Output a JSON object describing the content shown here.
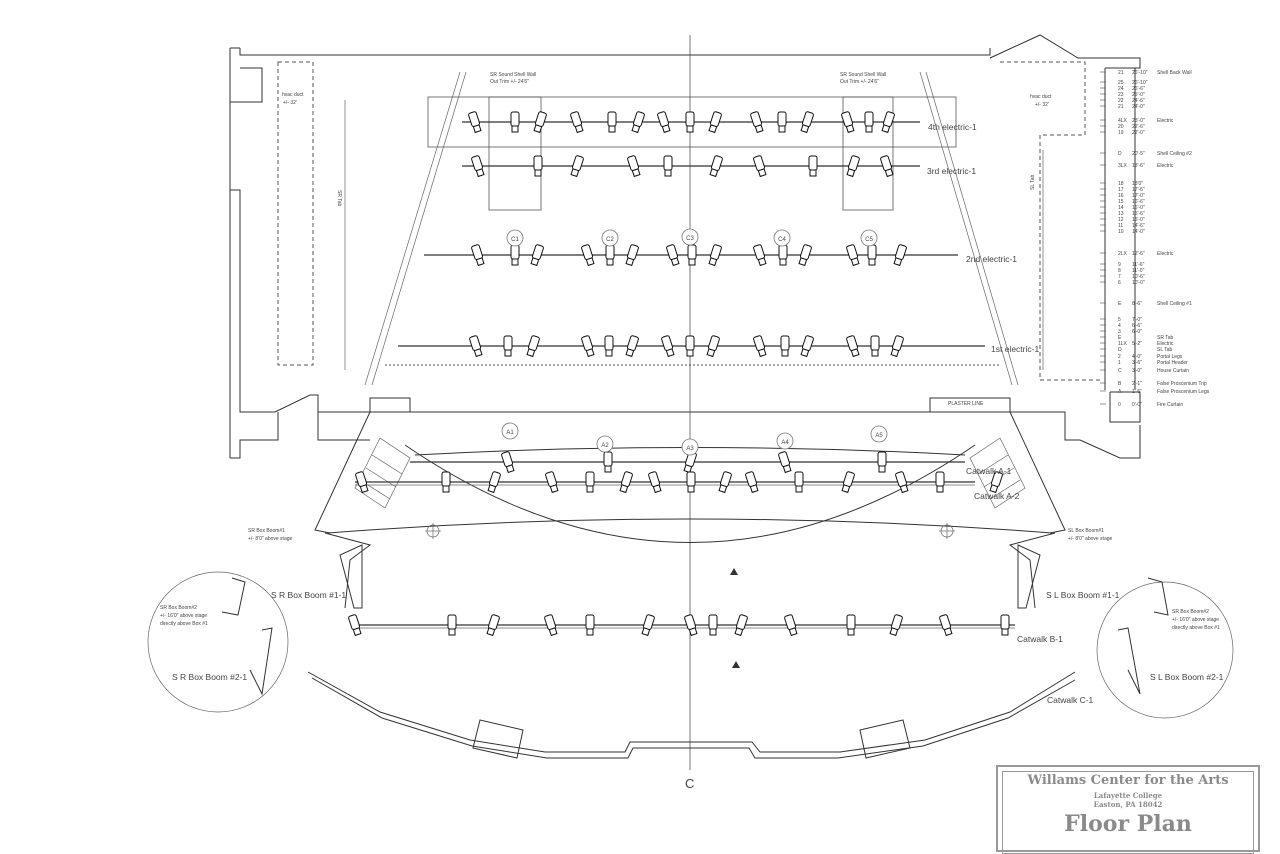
{
  "title_block": {
    "name": "Willams Center for the Arts",
    "institution": "Lafayette College",
    "city": "Easton, PA 18042",
    "drawing": "Floor Plan"
  },
  "pipes": [
    {
      "label": "4th electric-1"
    },
    {
      "label": "3rd electric-1"
    },
    {
      "label": "2nd electric-1"
    },
    {
      "label": "1st electric-1"
    },
    {
      "label": "Catwalk A-1"
    },
    {
      "label": "Catwalk A-2"
    },
    {
      "label": "Catwalk B-1"
    },
    {
      "label": "Catwalk C-1"
    }
  ],
  "notes": {
    "sr_shell_wall": "SR Sound Shell Wall",
    "sl_shell_wall": "SR Sound Shell Wall",
    "shell_trim": "Out Trim +/- 24'6\"",
    "hvac_left": "hvac duct",
    "hvac_left_val": "+/- 32'",
    "hvac_right": "hvac duct",
    "hvac_right_val": "+/- 32'",
    "sr_tab": "SR Tab",
    "sl_tab": "SL Tab",
    "plaster_line": "PLASTER LINE",
    "sr_boxboom": "SR Box Boom#1",
    "sr_boxboom_h": "+/- 8'0\" above stage",
    "sl_boxboom": "SL Box Boom#1",
    "sl_boxboom_h": "+/- 8'0\" above stage",
    "sr_boom1": "S R Box Boom #1-1",
    "sl_boom1": "S L Box Boom #1-1",
    "sr_boom2": "S R Box Boom #2-1",
    "sl_boom2": "S L Box Boom #2-1",
    "sr_bb2_a": "SR Box Boom#2",
    "sr_bb2_b": "+/- 16'0\" above stage",
    "sr_bb2_c": "directly above Box #1",
    "sl_bb2_a": "SR Box Boom#2",
    "sl_bb2_b": "+/- 16'0\" above stage",
    "sl_bb2_c": "directly above Box #1",
    "centerline": "C"
  },
  "circles": [
    "C1",
    "C2",
    "C3",
    "C4",
    "C5",
    "A1",
    "A2",
    "A3",
    "A4",
    "A5"
  ],
  "lineset": [
    [
      "21",
      "26'-10\"",
      "Shell Back Wall"
    ],
    [
      "25",
      "26'-10\"",
      ""
    ],
    [
      "24",
      "25'-6\"",
      ""
    ],
    [
      "23",
      "25'-0\"",
      ""
    ],
    [
      "22",
      "24'-6\"",
      ""
    ],
    [
      "21",
      "24'-0\"",
      ""
    ],
    [
      "4LX",
      "23'-0\"",
      "Electric"
    ],
    [
      "20",
      "22'-6\"",
      ""
    ],
    [
      "19",
      "22'-0\"",
      ""
    ],
    [
      "D",
      "20'-5\"",
      "Shell Ceiling #2"
    ],
    [
      "3LX",
      "18'-6\"",
      "Electric"
    ],
    [
      "18",
      "18'0\"",
      ""
    ],
    [
      "17",
      "17'-6\"",
      ""
    ],
    [
      "16",
      "17'-0\"",
      ""
    ],
    [
      "15",
      "16'-6\"",
      ""
    ],
    [
      "14",
      "16'-0\"",
      ""
    ],
    [
      "13",
      "15'-6\"",
      ""
    ],
    [
      "12",
      "15'-0\"",
      ""
    ],
    [
      "11",
      "14'-6\"",
      ""
    ],
    [
      "10",
      "14'-0\"",
      ""
    ],
    [
      "2LX",
      "12'-6\"",
      "Electric"
    ],
    [
      "9",
      "11'-6\"",
      ""
    ],
    [
      "8",
      "11'-0\"",
      ""
    ],
    [
      "7",
      "10'-6\"",
      ""
    ],
    [
      "6",
      "10'-0\"",
      ""
    ],
    [
      "E",
      "8'-6\"",
      "Shell Ceiling #1"
    ],
    [
      "5",
      "7'-0\"",
      ""
    ],
    [
      "4",
      "6'-6\"",
      ""
    ],
    [
      "3",
      "6'-0\"",
      ""
    ],
    [
      "E",
      "",
      "SR Tab"
    ],
    [
      "1LX",
      "5'-2\"",
      "Electric"
    ],
    [
      "D",
      "",
      "SL Tab"
    ],
    [
      "2",
      "4'-0\"",
      "Portal Legs"
    ],
    [
      "1",
      "3'-6\"",
      "Portal Header"
    ],
    [
      "C",
      "3'-0\"",
      "House Curtain"
    ],
    [
      "B",
      "2'-1\"",
      "False Proscenium Trip"
    ],
    [
      "A",
      "1'-6\"",
      "False Proscenium Legs"
    ],
    [
      "0",
      "0'-0\"",
      "Fire Curtain"
    ]
  ]
}
